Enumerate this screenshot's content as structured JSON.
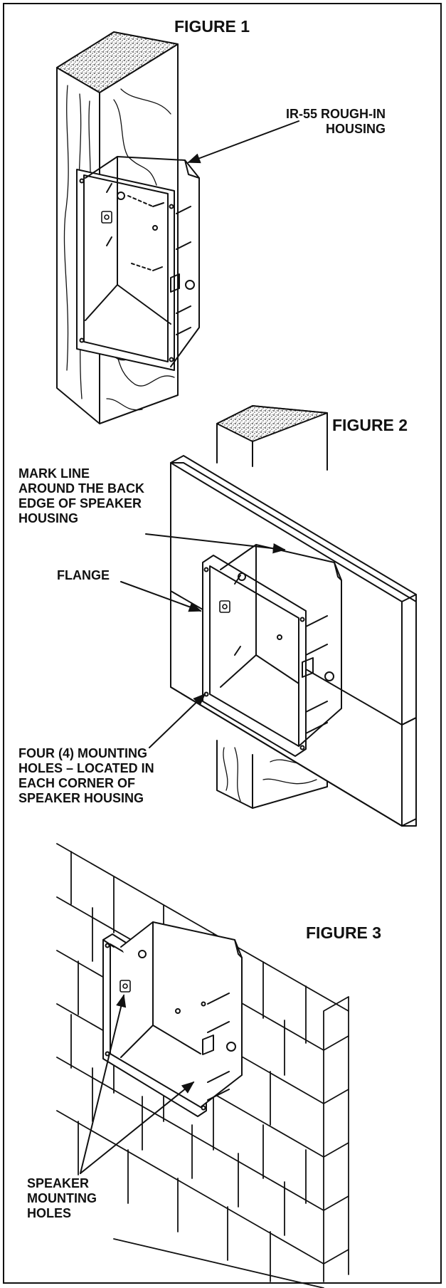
{
  "figures": [
    {
      "title": "FIGURE 1",
      "callouts": [
        {
          "lines": [
            "IR-55 ROUGH-IN",
            "HOUSING"
          ]
        }
      ]
    },
    {
      "title": "FIGURE 2",
      "callouts": [
        {
          "lines": [
            "MARK LINE",
            "AROUND THE BACK",
            "EDGE OF SPEAKER",
            "HOUSING"
          ]
        },
        {
          "lines": [
            "FLANGE"
          ]
        },
        {
          "lines": [
            "FOUR (4) MOUNTING",
            "HOLES – LOCATED IN",
            "EACH CORNER OF",
            "SPEAKER HOUSING"
          ]
        }
      ]
    },
    {
      "title": "FIGURE 3",
      "callouts": [
        {
          "lines": [
            "SPEAKER",
            "MOUNTING",
            "HOLES"
          ]
        }
      ]
    }
  ],
  "colors": {
    "ink": "#111111",
    "paper": "#ffffff"
  }
}
